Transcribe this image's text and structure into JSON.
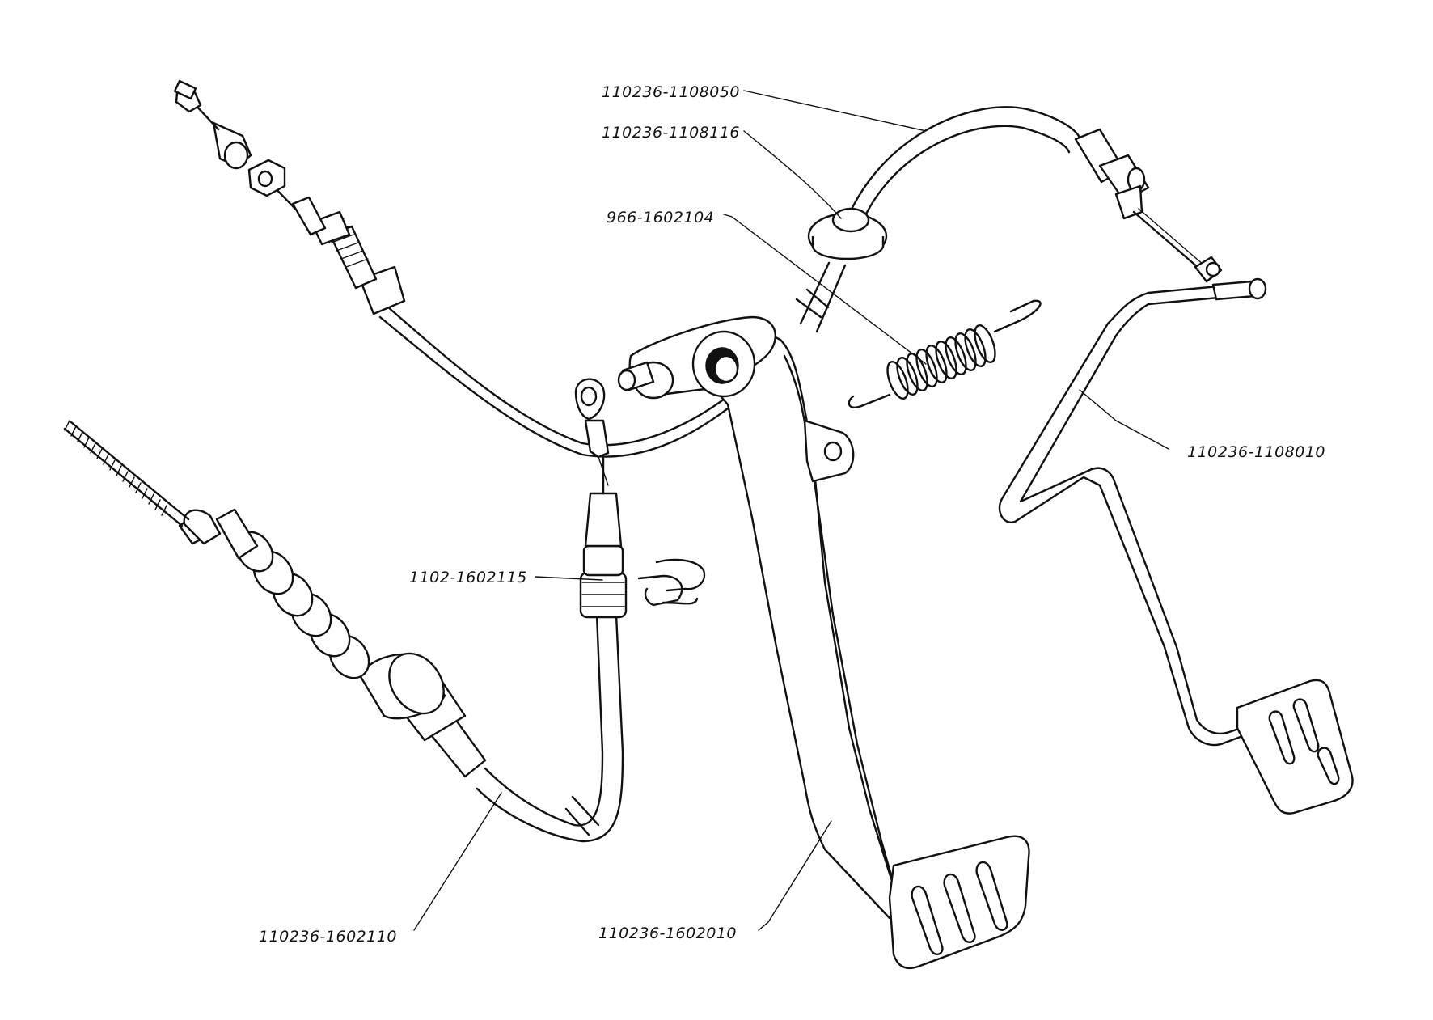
{
  "labels": {
    "cable_upper": "110236-1108050",
    "grommet": "110236-1108116",
    "spring": "966-1602104",
    "clamp": "1102-1602115",
    "accel_pedal": "110236-1108010",
    "clutch_cable": "110236-1602110",
    "clutch_pedal": "110236-1602010"
  },
  "colors": {
    "ink": "#111111",
    "paper": "#ffffff"
  }
}
